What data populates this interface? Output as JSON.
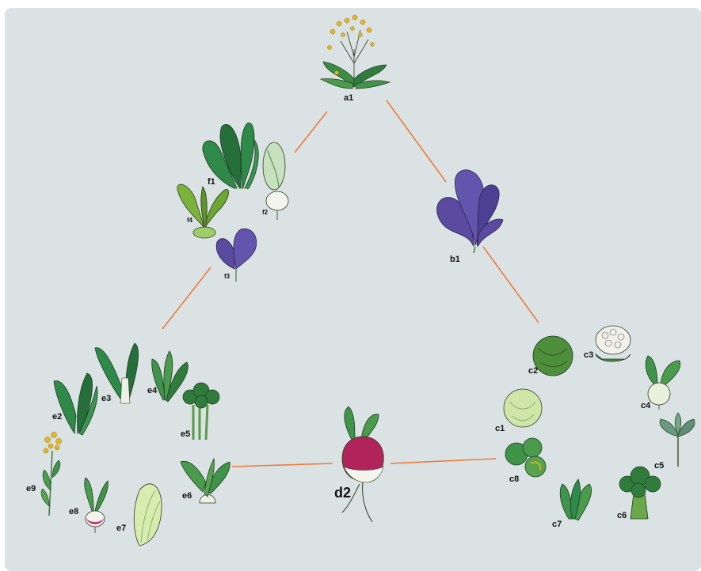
{
  "diagram": {
    "colors": {
      "background": "#dbe2e3",
      "connector": "#f07a3e",
      "leaf_green": "#2f8a4a",
      "leaf_dark": "#1f5e34",
      "purple": "#5a4aa0",
      "yellow": "#e6b820",
      "radish_red": "#b0245a",
      "cabbage_pale": "#cfe6a8",
      "white": "#f4f4ee"
    },
    "nodes": {
      "a1": {
        "label": "a1",
        "icon": "flowering-mustard-icon"
      },
      "b1": {
        "label": "b1",
        "icon": "purple-leaf-mustard-icon"
      },
      "c1": {
        "label": "c1",
        "icon": "cabbage-head-icon"
      },
      "c2": {
        "label": "c2",
        "icon": "savoy-cabbage-icon"
      },
      "c3": {
        "label": "c3",
        "icon": "cauliflower-icon"
      },
      "c4": {
        "label": "c4",
        "icon": "kohlrabi-icon"
      },
      "c5": {
        "label": "c5",
        "icon": "tree-kale-icon"
      },
      "c6": {
        "label": "c6",
        "icon": "broccoli-icon"
      },
      "c7": {
        "label": "c7",
        "icon": "leafy-kale-icon"
      },
      "c8": {
        "label": "c8",
        "icon": "brussels-sprouts-icon"
      },
      "d2": {
        "label": "d2",
        "icon": "radish-icon"
      },
      "e2": {
        "label": "e2",
        "icon": "leafy-greens-icon"
      },
      "e3": {
        "label": "e3",
        "icon": "bok-choy-icon"
      },
      "e4": {
        "label": "e4",
        "icon": "spinach-mustard-icon"
      },
      "e5": {
        "label": "e5",
        "icon": "broccoli-rabe-icon"
      },
      "e6": {
        "label": "e6",
        "icon": "pak-choi-icon"
      },
      "e7": {
        "label": "e7",
        "icon": "napa-cabbage-icon"
      },
      "e8": {
        "label": "e8",
        "icon": "turnip-icon"
      },
      "e9": {
        "label": "e9",
        "icon": "turnip-rape-flower-icon"
      },
      "f1": {
        "label": "f1",
        "icon": "leafy-mustard-icon"
      },
      "f2": {
        "label": "f2",
        "icon": "white-radish-cabbage-icon"
      },
      "f3": {
        "label": "f3",
        "icon": "purple-cabbage-leaf-icon"
      },
      "f4": {
        "label": "f4",
        "icon": "tatsoi-icon"
      }
    }
  }
}
